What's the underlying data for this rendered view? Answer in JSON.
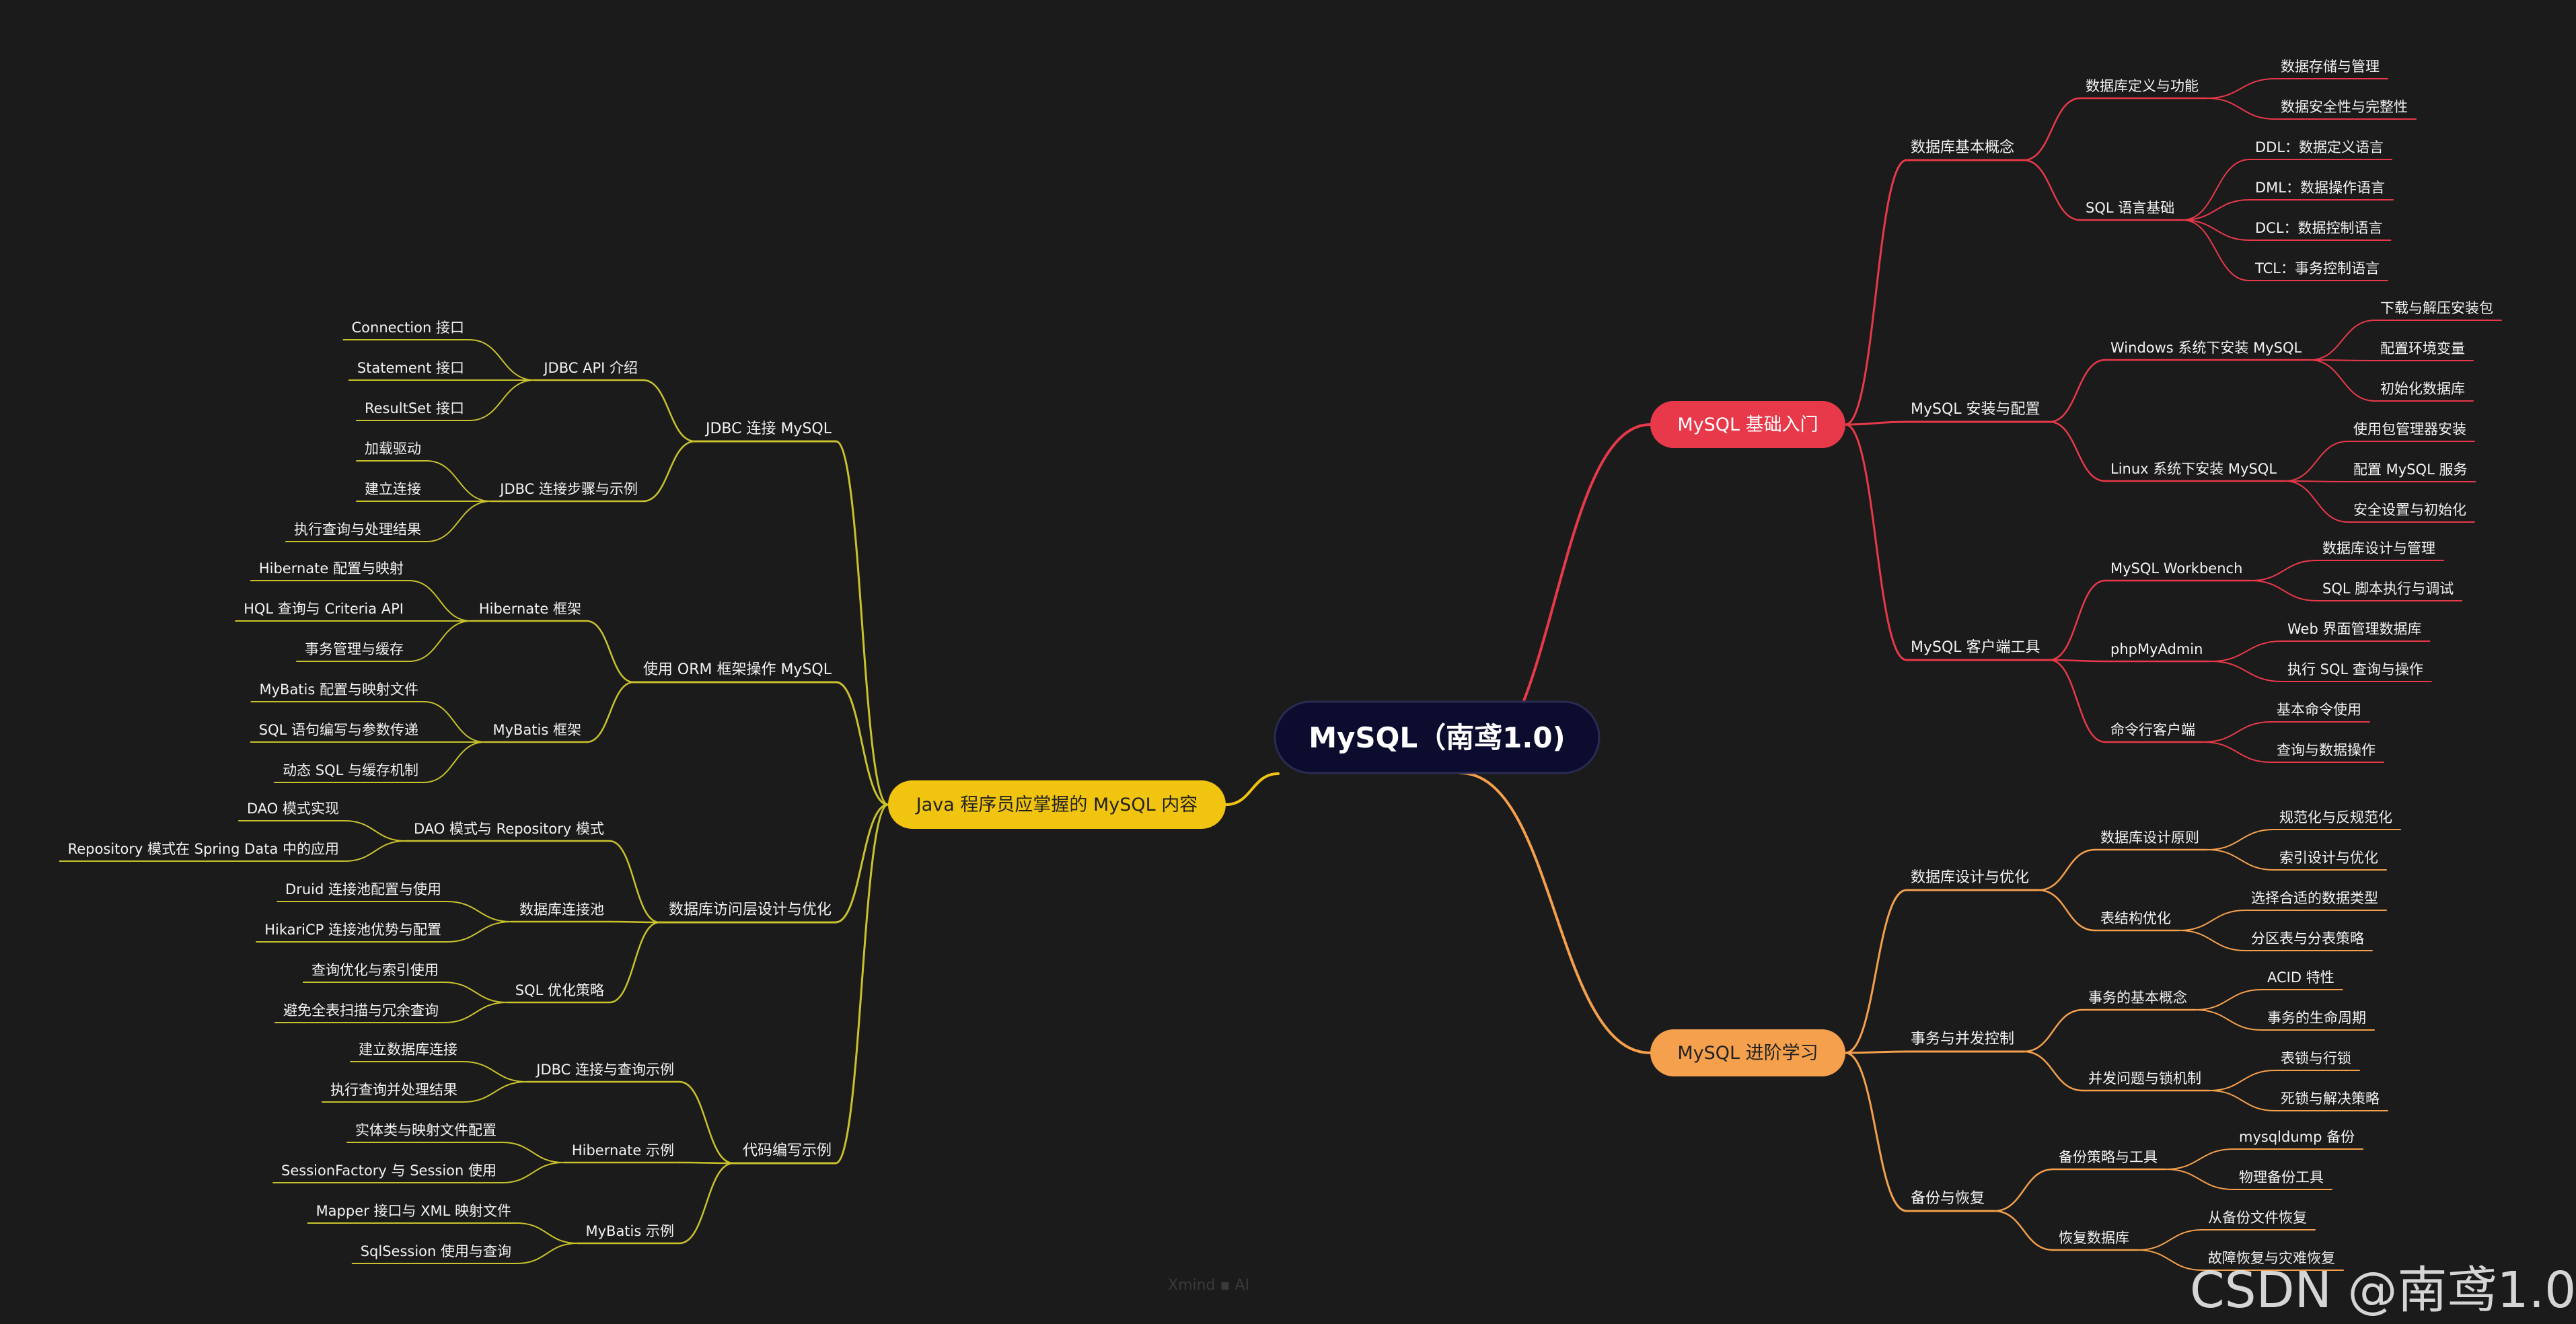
{
  "colors": {
    "background": "#1b1b1b",
    "red": "#e8394a",
    "orange": "#f4a04c",
    "yellow": "#f1c40f",
    "olive": "#c9c22d",
    "root": "#0b0c2e"
  },
  "root": {
    "label": "MySQL（南鸢1.0)"
  },
  "branches": [
    {
      "id": "b1",
      "label": "MySQL 基础入门",
      "color": "red",
      "children": [
        {
          "label": "数据库基本概念",
          "children": [
            {
              "label": "数据库定义与功能",
              "children": [
                {
                  "label": "数据存储与管理"
                },
                {
                  "label": "数据安全性与完整性"
                }
              ]
            },
            {
              "label": "SQL 语言基础",
              "children": [
                {
                  "label": "DDL：数据定义语言"
                },
                {
                  "label": "DML：数据操作语言"
                },
                {
                  "label": "DCL：数据控制语言"
                },
                {
                  "label": "TCL：事务控制语言"
                }
              ]
            }
          ]
        },
        {
          "label": "MySQL 安装与配置",
          "children": [
            {
              "label": "Windows 系统下安装 MySQL",
              "children": [
                {
                  "label": "下载与解压安装包"
                },
                {
                  "label": "配置环境变量"
                },
                {
                  "label": "初始化数据库"
                }
              ]
            },
            {
              "label": "Linux 系统下安装 MySQL",
              "children": [
                {
                  "label": "使用包管理器安装"
                },
                {
                  "label": "配置 MySQL 服务"
                },
                {
                  "label": "安全设置与初始化"
                }
              ]
            }
          ]
        },
        {
          "label": "MySQL 客户端工具",
          "children": [
            {
              "label": "MySQL Workbench",
              "children": [
                {
                  "label": "数据库设计与管理"
                },
                {
                  "label": "SQL 脚本执行与调试"
                }
              ]
            },
            {
              "label": "phpMyAdmin",
              "children": [
                {
                  "label": "Web 界面管理数据库"
                },
                {
                  "label": "执行 SQL 查询与操作"
                }
              ]
            },
            {
              "label": "命令行客户端",
              "children": [
                {
                  "label": "基本命令使用"
                },
                {
                  "label": "查询与数据操作"
                }
              ]
            }
          ]
        }
      ]
    },
    {
      "id": "b2",
      "label": "MySQL 进阶学习",
      "color": "orange",
      "children": [
        {
          "label": "数据库设计与优化",
          "children": [
            {
              "label": "数据库设计原则",
              "children": [
                {
                  "label": "规范化与反规范化"
                },
                {
                  "label": "索引设计与优化"
                }
              ]
            },
            {
              "label": "表结构优化",
              "children": [
                {
                  "label": "选择合适的数据类型"
                },
                {
                  "label": "分区表与分表策略"
                }
              ]
            }
          ]
        },
        {
          "label": "事务与并发控制",
          "children": [
            {
              "label": "事务的基本概念",
              "children": [
                {
                  "label": "ACID 特性"
                },
                {
                  "label": "事务的生命周期"
                }
              ]
            },
            {
              "label": "并发问题与锁机制",
              "children": [
                {
                  "label": "表锁与行锁"
                },
                {
                  "label": "死锁与解决策略"
                }
              ]
            }
          ]
        },
        {
          "label": "备份与恢复",
          "children": [
            {
              "label": "备份策略与工具",
              "children": [
                {
                  "label": "mysqldump 备份"
                },
                {
                  "label": "物理备份工具"
                }
              ]
            },
            {
              "label": "恢复数据库",
              "children": [
                {
                  "label": "从备份文件恢复"
                },
                {
                  "label": "故障恢复与灾难恢复"
                }
              ]
            }
          ]
        }
      ]
    },
    {
      "id": "b3",
      "label": "Java 程序员应掌握的 MySQL 内容",
      "color": "yellow",
      "children": [
        {
          "label": "JDBC 连接 MySQL",
          "children": [
            {
              "label": "JDBC API 介绍",
              "children": [
                {
                  "label": "Connection 接口"
                },
                {
                  "label": "Statement 接口"
                },
                {
                  "label": "ResultSet 接口"
                }
              ]
            },
            {
              "label": "JDBC 连接步骤与示例",
              "children": [
                {
                  "label": "加载驱动"
                },
                {
                  "label": "建立连接"
                },
                {
                  "label": "执行查询与处理结果"
                }
              ]
            }
          ]
        },
        {
          "label": "使用 ORM 框架操作 MySQL",
          "children": [
            {
              "label": "Hibernate 框架",
              "children": [
                {
                  "label": "Hibernate 配置与映射"
                },
                {
                  "label": "HQL 查询与 Criteria API"
                },
                {
                  "label": "事务管理与缓存"
                }
              ]
            },
            {
              "label": "MyBatis 框架",
              "children": [
                {
                  "label": "MyBatis 配置与映射文件"
                },
                {
                  "label": "SQL 语句编写与参数传递"
                },
                {
                  "label": "动态 SQL 与缓存机制"
                }
              ]
            }
          ]
        },
        {
          "label": "数据库访问层设计与优化",
          "children": [
            {
              "label": "DAO 模式与 Repository 模式",
              "children": [
                {
                  "label": "DAO 模式实现"
                },
                {
                  "label": "Repository 模式在 Spring Data 中的应用"
                }
              ]
            },
            {
              "label": "数据库连接池",
              "children": [
                {
                  "label": "Druid 连接池配置与使用"
                },
                {
                  "label": "HikariCP 连接池优势与配置"
                }
              ]
            },
            {
              "label": "SQL 优化策略",
              "children": [
                {
                  "label": "查询优化与索引使用"
                },
                {
                  "label": "避免全表扫描与冗余查询"
                }
              ]
            }
          ]
        },
        {
          "label": "代码编写示例",
          "children": [
            {
              "label": "JDBC 连接与查询示例",
              "children": [
                {
                  "label": "建立数据库连接"
                },
                {
                  "label": "执行查询并处理结果"
                }
              ]
            },
            {
              "label": "Hibernate 示例",
              "children": [
                {
                  "label": "实体类与映射文件配置"
                },
                {
                  "label": "SessionFactory 与 Session 使用"
                }
              ]
            },
            {
              "label": "MyBatis 示例",
              "children": [
                {
                  "label": "Mapper 接口与 XML 映射文件"
                },
                {
                  "label": "SqlSession 使用与查询"
                }
              ]
            }
          ]
        }
      ]
    }
  ],
  "footer": "Xmind ▪ AI",
  "watermark": "CSDN @南鸢1.0"
}
